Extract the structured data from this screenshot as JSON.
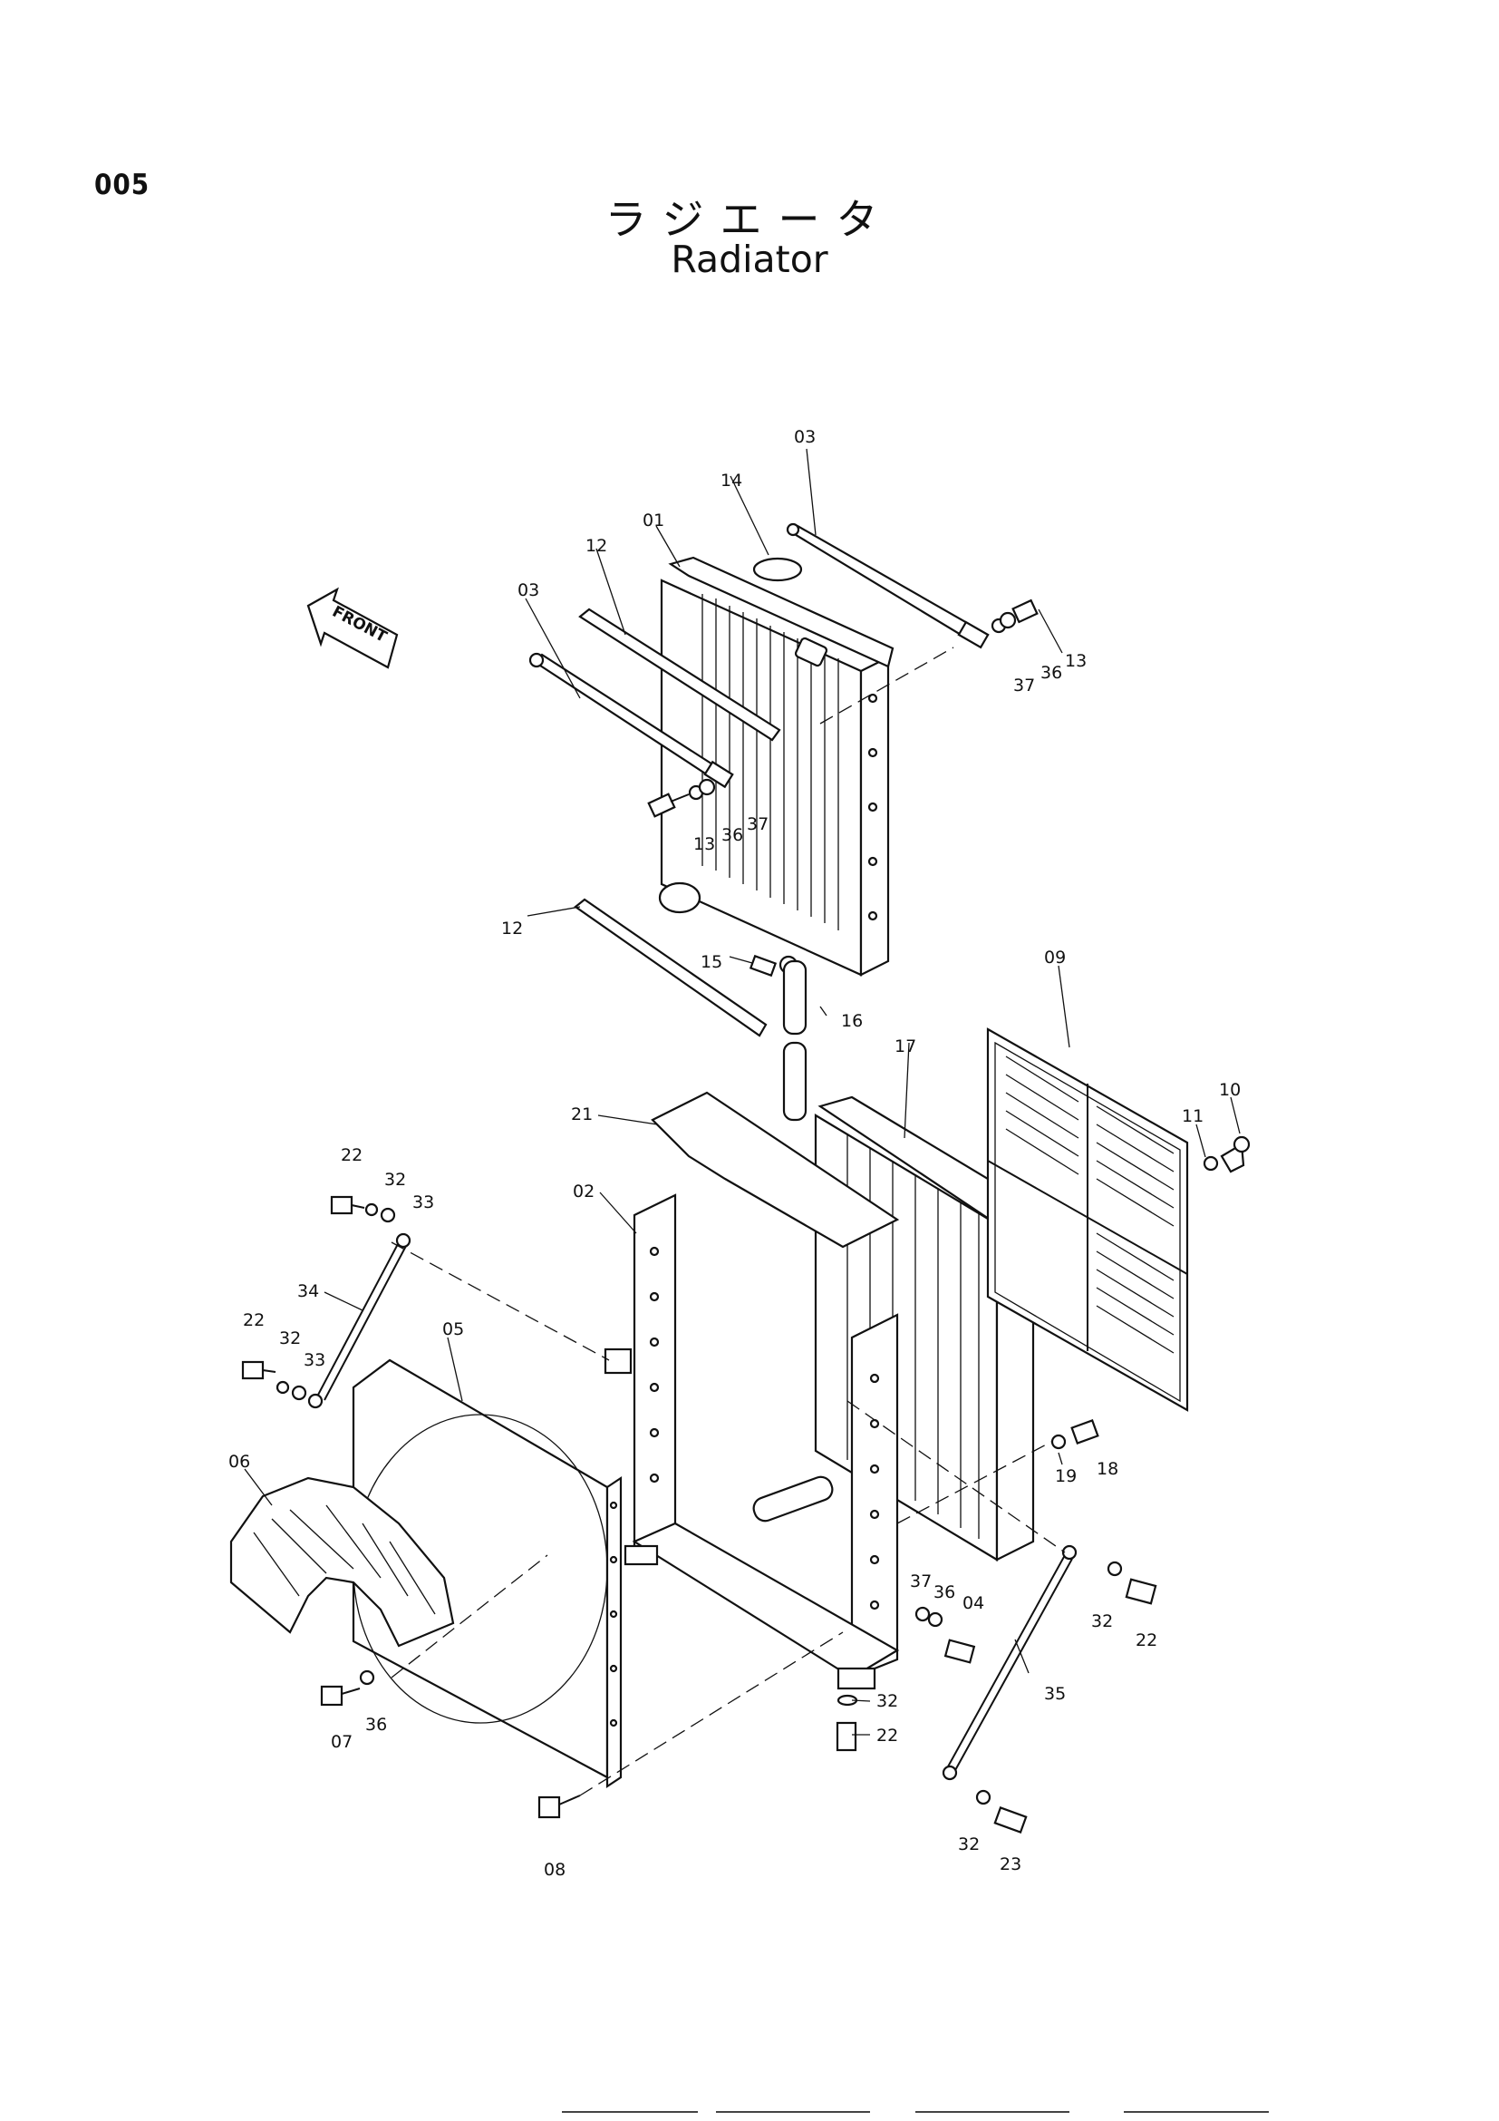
{
  "page": {
    "code": "005",
    "title_jp": "ラジエータ",
    "title_en": "Radiator",
    "front_label": "FRONT"
  },
  "callouts": [
    {
      "id": "03",
      "label": "03"
    },
    {
      "id": "14",
      "label": "14"
    },
    {
      "id": "01",
      "label": "01"
    },
    {
      "id": "12a",
      "label": "12"
    },
    {
      "id": "03b",
      "label": "03"
    },
    {
      "id": "13a",
      "label": "13"
    },
    {
      "id": "36a",
      "label": "36"
    },
    {
      "id": "37a",
      "label": "37"
    },
    {
      "id": "13b",
      "label": "13"
    },
    {
      "id": "36b",
      "label": "36"
    },
    {
      "id": "37b",
      "label": "37"
    },
    {
      "id": "12b",
      "label": "12"
    },
    {
      "id": "15",
      "label": "15"
    },
    {
      "id": "16",
      "label": "16"
    },
    {
      "id": "09",
      "label": "09"
    },
    {
      "id": "17",
      "label": "17"
    },
    {
      "id": "21",
      "label": "21"
    },
    {
      "id": "11",
      "label": "11"
    },
    {
      "id": "10",
      "label": "10"
    },
    {
      "id": "22a",
      "label": "22"
    },
    {
      "id": "32a",
      "label": "32"
    },
    {
      "id": "33a",
      "label": "33"
    },
    {
      "id": "02",
      "label": "02"
    },
    {
      "id": "34",
      "label": "34"
    },
    {
      "id": "22b",
      "label": "22"
    },
    {
      "id": "32b",
      "label": "32"
    },
    {
      "id": "33b",
      "label": "33"
    },
    {
      "id": "05",
      "label": "05"
    },
    {
      "id": "06",
      "label": "06"
    },
    {
      "id": "19",
      "label": "19"
    },
    {
      "id": "18",
      "label": "18"
    },
    {
      "id": "37c",
      "label": "37"
    },
    {
      "id": "36c",
      "label": "36"
    },
    {
      "id": "04",
      "label": "04"
    },
    {
      "id": "32c",
      "label": "32"
    },
    {
      "id": "22c",
      "label": "22"
    },
    {
      "id": "35",
      "label": "35"
    },
    {
      "id": "07",
      "label": "07"
    },
    {
      "id": "36d",
      "label": "36"
    },
    {
      "id": "32d",
      "label": "32"
    },
    {
      "id": "22d",
      "label": "22"
    },
    {
      "id": "08",
      "label": "08"
    },
    {
      "id": "32e",
      "label": "32"
    },
    {
      "id": "23",
      "label": "23"
    }
  ]
}
